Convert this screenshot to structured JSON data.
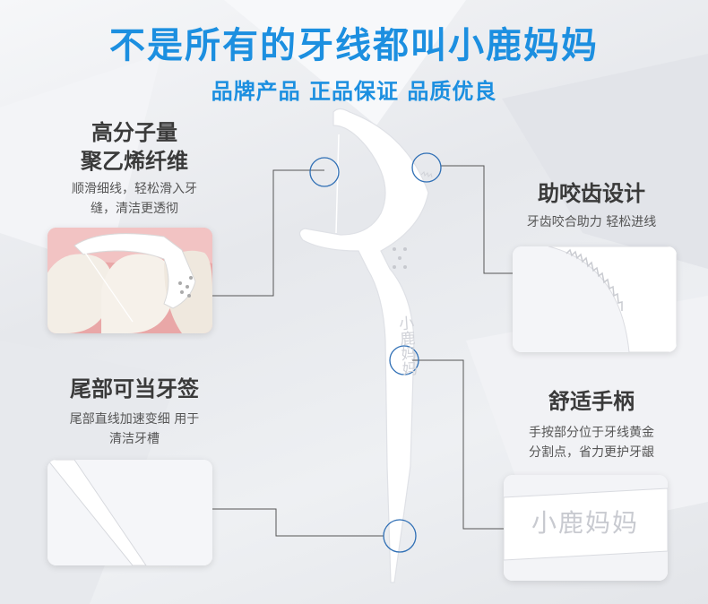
{
  "header": {
    "title": "不是所有的牙线都叫小鹿妈妈",
    "subtitle": "品牌产品 正品保证 品质优良"
  },
  "features": {
    "material": {
      "title_line1": "高分子量",
      "title_line2": "聚乙烯纤维",
      "desc_line1": "顺滑细线，轻松滑入牙",
      "desc_line2": "缝，清洁更透彻"
    },
    "bite": {
      "title": "助咬齿设计",
      "desc": "牙齿咬合助力 轻松进线"
    },
    "tail": {
      "title": "尾部可当牙签",
      "desc_line1": "尾部直线加速变细 用于",
      "desc_line2": "清洁牙槽"
    },
    "handle": {
      "title": "舒适手柄",
      "desc_line1": "手按部分位于牙线黄金",
      "desc_line2": "分割点，省力更护牙龈"
    }
  },
  "product": {
    "handle_text": "小鹿妈妈",
    "closeup_text": "小鹿妈妈"
  },
  "colors": {
    "accent": "#1c8fe0",
    "callout_circle": "#2f6fb5",
    "line": "#555555"
  }
}
